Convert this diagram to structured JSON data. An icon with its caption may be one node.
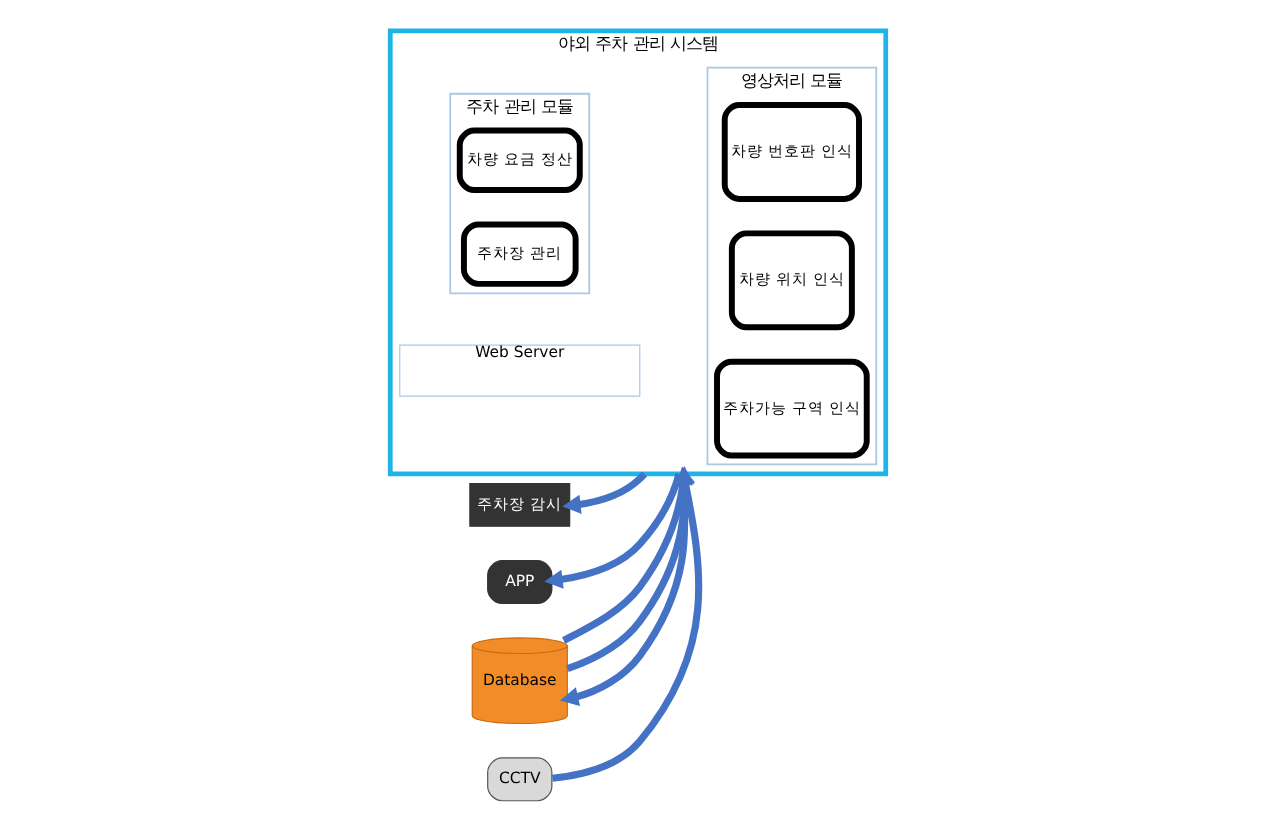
{
  "diagram": {
    "nodes": [
      {
        "text": [
          "야외 주차 관리 시스템"
        ]
      },
      {
        "text": [
          "영상처리 모듈"
        ],
        "in": 0
      },
      {
        "text": [
          "차량 번호판 인식"
        ],
        "in": 1
      },
      {
        "text": [
          "차량 위치 인식"
        ],
        "in": 1
      },
      {
        "text": [
          "주차가능 구역 인식"
        ],
        "in": 1
      },
      {
        "text": [
          "주차 관리 모듈"
        ],
        "in": 0
      },
      {
        "text": [
          "차량 요금 정산"
        ],
        "in": 5
      },
      {
        "text": [
          "주차장 관리"
        ],
        "in": 5
      },
      {
        "text": [
          "Web Server"
        ],
        "in": 0
      },
      {
        "text": [
          "CCTV"
        ]
      },
      {
        "text": [
          "주차장 감시"
        ]
      },
      {
        "text": [
          "APP"
        ]
      },
      {
        "text": [
          "Database"
        ]
      }
    ],
    "edges": [
      {
        "from": 9,
        "to": 0,
        "arrow": "to"
      },
      {
        "from": 0,
        "to": 12,
        "arrow": "to"
      },
      {
        "from": 12,
        "to": 0,
        "arrow": "to"
      },
      {
        "from": 0,
        "to": 10,
        "arrow": "to"
      },
      {
        "from": 12,
        "to": 0,
        "arrow": "to"
      },
      {
        "from": 0,
        "to": 11,
        "arrow": "to"
      }
    ]
  }
}
